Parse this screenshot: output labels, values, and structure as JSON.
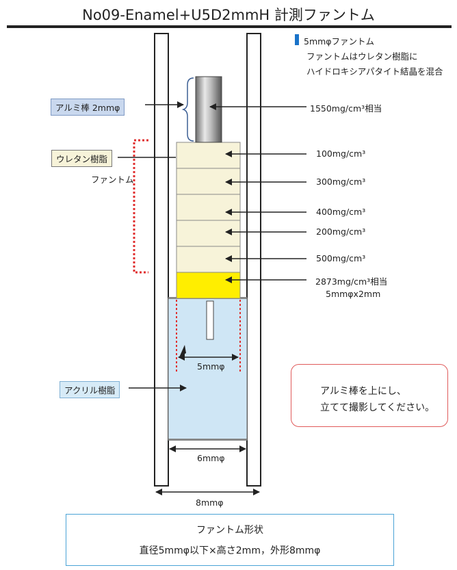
{
  "title": "No09-Enamel+U5D2mmH 計測ファントム",
  "legend": {
    "heading": "5mmφファントム",
    "line1": "ファントムはウレタン樹脂に",
    "line2": "ハイドロキシアパタイト結晶を混合"
  },
  "left_labels": {
    "aluminum_rod": "アルミ棒 2mmφ",
    "urethane": "ウレタン樹脂",
    "phantom": "ファントム",
    "acrylic": "アクリル樹脂"
  },
  "right_labels": {
    "rod_density": "1550mg/cm³相当",
    "layers": [
      "100mg/cm³",
      "300mg/cm³",
      "400mg/cm³",
      "200mg/cm³",
      "500mg/cm³"
    ],
    "enamel_density": "2873mg/cm³相当",
    "enamel_size": "5mmφx2mm"
  },
  "dimensions": {
    "inner": "5mmφ",
    "acrylic_width": "6mmφ",
    "outer": "8mmφ"
  },
  "notice": {
    "line1": "アルミ棒を上にし、",
    "line2": "立てて撮影してください。"
  },
  "spec": {
    "heading": "ファントム形状",
    "text": "直径5mmφ以下×高さ2mm，外形8mmφ"
  },
  "colors": {
    "layer_fill": "#f7f3d9",
    "enamel_fill": "#ffee00",
    "acrylic_fill": "#cfe6f5",
    "dotted_red": "#e03030",
    "rod_label_fill": "#c9d8ee",
    "urethane_label_fill": "#f7f3d9",
    "acrylic_label_fill": "#d7ebf7"
  }
}
